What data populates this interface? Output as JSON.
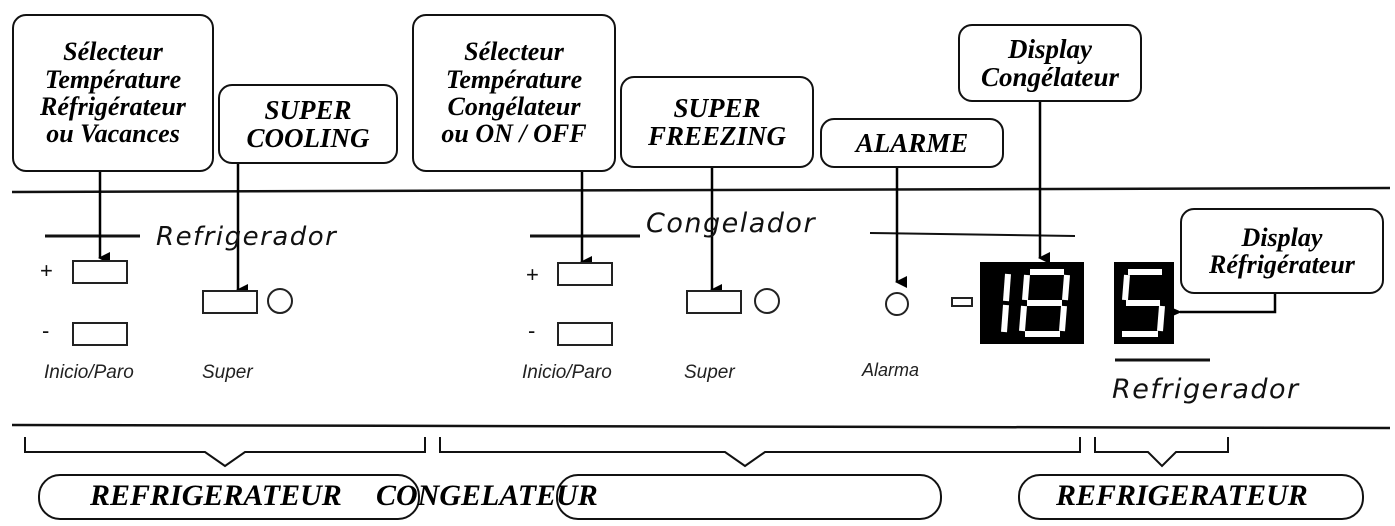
{
  "callouts": {
    "ref_temp": [
      "Sélecteur",
      "Température",
      "Réfrigérateur",
      "ou  Vacances"
    ],
    "super_cooling": [
      "SUPER",
      "COOLING"
    ],
    "cong_temp": [
      "Sélecteur",
      "Température",
      "Congélateur",
      "ou  ON / OFF"
    ],
    "super_freezing": [
      "SUPER",
      "FREEZING"
    ],
    "alarme": [
      "ALARME"
    ],
    "display_cong": [
      "Display",
      "Congélateur"
    ],
    "display_ref": [
      "Display",
      "Réfrigérateur"
    ]
  },
  "panel": {
    "refrigerador_top": "Refrigerador",
    "congelador": "Congelador",
    "refrigerador_bottom": "Refrigerador",
    "plus": "+",
    "minus": "-",
    "inicio_paro": "Inicio/Paro",
    "super": "Super",
    "alarma": "Alarma"
  },
  "displays": {
    "freezer_value": "18",
    "fridge_value": "5"
  },
  "bottom": {
    "refrigerateur_left": "REFRIGERATEUR",
    "congelateur": "CONGELATEUR",
    "refrigerateur_right": "REFRIGERATEUR"
  },
  "colors": {
    "ink": "#111111",
    "display_bg": "#000000",
    "display_digit": "#ffffff"
  }
}
